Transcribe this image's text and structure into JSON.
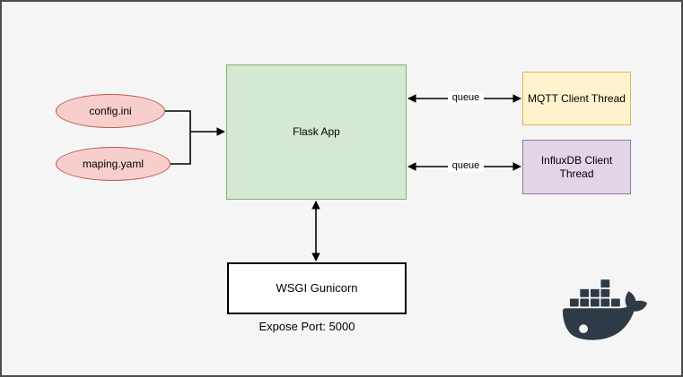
{
  "diagram": {
    "background_color": "#f5f5f5",
    "frame_color": "#4d4d4d",
    "nodes": {
      "config_ini": {
        "label": "config.ini",
        "shape": "ellipse",
        "fill": "#f8cecc",
        "stroke": "#b85450"
      },
      "maping_yaml": {
        "label": "maping.yaml",
        "shape": "ellipse",
        "fill": "#f8cecc",
        "stroke": "#b85450"
      },
      "flask_app": {
        "label": "Flask App",
        "shape": "rect",
        "fill": "#d5e8d4",
        "stroke": "#82b366"
      },
      "mqtt_client": {
        "label": "MQTT Client Thread",
        "shape": "rect",
        "fill": "#fff2cc",
        "stroke": "#d6b656"
      },
      "influxdb_client": {
        "label": "InfluxDB Client Thread",
        "shape": "rect",
        "fill": "#e1d5e7",
        "stroke": "#9673a6"
      },
      "wsgi_gunicorn": {
        "label": "WSGI Gunicorn",
        "shape": "rect",
        "fill": "#ffffff",
        "stroke": "#000000"
      }
    },
    "edges": {
      "flask_to_mqtt": {
        "label": "queue",
        "style": "double-arrow"
      },
      "flask_to_influxdb": {
        "label": "queue",
        "style": "double-arrow"
      },
      "flask_to_wsgi": {
        "label": "",
        "style": "double-arrow"
      },
      "configs_to_flask": {
        "label": "",
        "style": "arrow"
      }
    },
    "annotations": {
      "expose_port": "Expose Port: 5000"
    },
    "icons": {
      "docker": {
        "name": "docker-logo",
        "color": "#2e3a45"
      }
    }
  }
}
